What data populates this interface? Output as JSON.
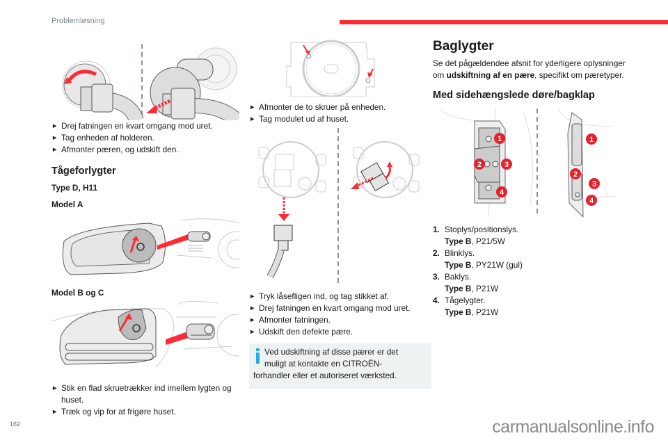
{
  "header": {
    "section_title": "Problemløsning",
    "accent_color": "#ff2a35"
  },
  "col1": {
    "bullets_top": [
      "Drej fatningen en kvart omgang mod uret.",
      "Tag enheden af holderen.",
      "Afmonter pæren, og udskift den."
    ],
    "fog_heading": "Tågeforlygter",
    "fog_type": "Type D, H11",
    "model_a": "Model A",
    "model_bc": "Model B og C",
    "bullets_bottom": [
      "Stik en flad skruetrækker ind imellem lygten og huset.",
      "Træk og vip for at frigøre huset."
    ]
  },
  "col2": {
    "bullets_top": [
      "Afmonter de to skruer på enheden.",
      "Tag modulet ud af huset."
    ],
    "bullets_bottom": [
      "Tryk låsefligen ind, og tag stikket af.",
      "Drej fatningen en kvart omgang mod uret.",
      "Afmonter fatningen.",
      "Udskift den defekte pære."
    ],
    "info": {
      "icon": "info-icon",
      "text_line1": "Ved udskiftning af disse pærer er det",
      "text_line2": "muligt at kontakte en CITROËN-",
      "text_line3": "forhandler eller et autoriseret værksted.",
      "icon_color": "#2aa9e0",
      "bg_color": "#eef2f3"
    }
  },
  "col3": {
    "title": "Baglygter",
    "intro_pre": "Se det pågældendee afsnit for yderligere oplysninger om ",
    "intro_bold": "udskiftning af en pære",
    "intro_post": ", specifikt om pæretyper.",
    "subheading": "Med sidehængslede døre/bagklap",
    "callouts": [
      "1",
      "2",
      "3",
      "4"
    ],
    "callout_color": "#e8202a",
    "items": [
      {
        "num": "1.",
        "name": "Stoplys/positionslys.",
        "type_label": "Type B",
        "spec": ", P21/5W"
      },
      {
        "num": "2.",
        "name": "Blinklys.",
        "type_label": "Type B",
        "spec": ", PY21W (gul)"
      },
      {
        "num": "3.",
        "name": "Baklys.",
        "type_label": "Type B",
        "spec": ", P21W"
      },
      {
        "num": "4.",
        "name": "Tågelygter.",
        "type_label": "Type B",
        "spec": ", P21W"
      }
    ]
  },
  "footer": {
    "page_number": "162",
    "watermark": "carmanualsonline.info"
  }
}
